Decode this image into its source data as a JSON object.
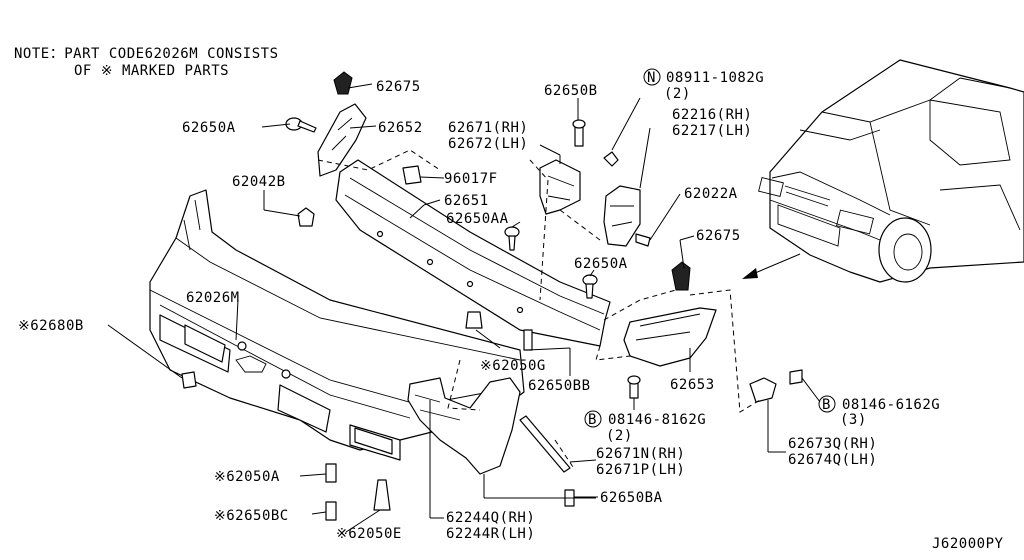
{
  "note_line1": "NOTE：PART CODE62026M CONSISTS",
  "note_line2": "OF ※ MARKED PARTS",
  "labels": {
    "p62675_top": "62675",
    "p62652": "62652",
    "p62650A_top": "62650A",
    "p62650B": "62650B",
    "n_symbol": "N",
    "p08911": "08911-1082G",
    "p08911_qty": "(2)",
    "p62671_rh": "62671(RH)",
    "p62672_lh": "62672(LH)",
    "p62216_rh": "62216(RH)",
    "p62217_lh": "62217(LH)",
    "p62042B": "62042B",
    "p96017F": "96017F",
    "p62651": "62651",
    "p62022A": "62022A",
    "p62650AA": "62650AA",
    "p62675_mid": "62675",
    "p62650A_mid": "62650A",
    "p62026M": "62026M",
    "p62680B": "※62680B",
    "p62050G": "※62050G",
    "p62650BB": "62650BB",
    "p62653": "62653",
    "b_symbol": "B",
    "p08146_8162G": "08146-8162G",
    "p08146_8162G_qty": "(2)",
    "p08146_6162G": "08146-6162G",
    "p08146_6162G_qty": "(3)",
    "p62673Q_rh": "62673Q(RH)",
    "p62674Q_lh": "62674Q(LH)",
    "p62671N_rh": "62671N(RH)",
    "p62671P_lh": "62671P(LH)",
    "p62050A": "※62050A",
    "p62650BA": "62650BA",
    "p62650BC": "※62650BC",
    "p62050E": "※62050E",
    "p62244Q_rh": "62244Q(RH)",
    "p62244R_lh": "62244R(LH)"
  },
  "figure_code": "J62000PY"
}
